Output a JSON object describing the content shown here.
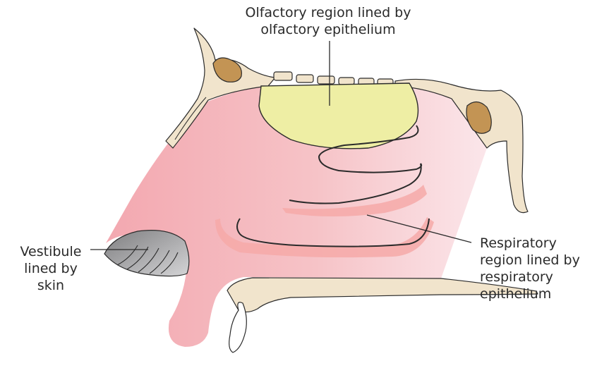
{
  "labels": {
    "olfactory": {
      "line1": "Olfactory region lined by",
      "line2": "olfactory epithelium"
    },
    "respiratory": {
      "line1": "Respiratory",
      "line2": "region lined by",
      "line3": "respiratory",
      "line4": "epithelium"
    },
    "vestibule": {
      "line1": "Vestibule",
      "line2": "lined by",
      "line3": "skin"
    }
  },
  "colors": {
    "cavity": "#f4b8bc",
    "bone": "#f1e4cc",
    "sinus": "#c39454",
    "olfactory_region": "#eeeea4",
    "vestibule": "#a8a8aa",
    "respiratory_highlight": "#f6a9a8",
    "outline": "#2b2b2b"
  }
}
